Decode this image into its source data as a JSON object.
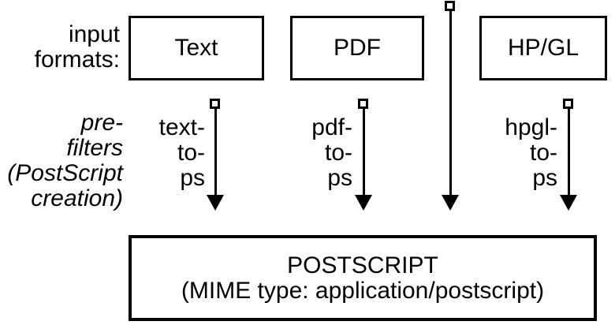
{
  "colors": {
    "ink": "#000000",
    "background": "#ffffff"
  },
  "labels": {
    "input_formats": "input\nformats:",
    "prefilters": "pre-\nfilters\n(PostScript\ncreation)"
  },
  "columns": [
    {
      "format": "Text",
      "filter": "text-\nto-\nps"
    },
    {
      "format": "PDF",
      "filter": "pdf-\nto-\nps"
    },
    {
      "format": "HP/GL",
      "filter": "hpgl-\nto-\nps"
    }
  ],
  "output": {
    "title": "POSTSCRIPT",
    "subtitle": "(MIME type: application/postscript)"
  }
}
